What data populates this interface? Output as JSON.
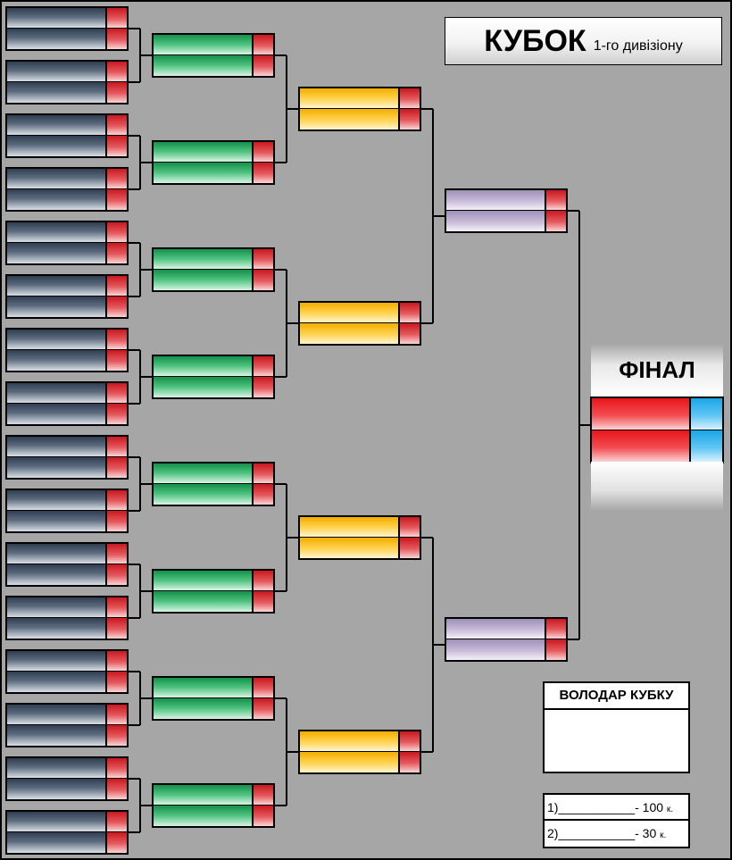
{
  "title": {
    "main": "КУБОК",
    "sub": "1-го дивізіону"
  },
  "final_label": "ФІНАЛ",
  "winner_title": "ВОЛОДАР КУБКУ",
  "prizes": [
    {
      "place": "1)",
      "blank": "___________",
      "amount": "- 100",
      "unit": "к."
    },
    {
      "place": "2)",
      "blank": "___________",
      "amount": "- 30",
      "unit": "к."
    }
  ],
  "rounds": [
    {
      "name": "round-1",
      "matches": 16,
      "colors": [
        "#2f3e50",
        "#d9dee5"
      ]
    },
    {
      "name": "round-2",
      "matches": 8,
      "colors": [
        "#12904a",
        "#d8f4e3"
      ]
    },
    {
      "name": "round-3",
      "matches": 4,
      "colors": [
        "#f2ad00",
        "#fff5cf"
      ]
    },
    {
      "name": "round-4",
      "matches": 2,
      "colors": [
        "#9e8fb7",
        "#f4f0f8"
      ]
    },
    {
      "name": "final",
      "matches": 1,
      "colors": [
        "#e8151a",
        "#1aa6e6"
      ]
    }
  ]
}
